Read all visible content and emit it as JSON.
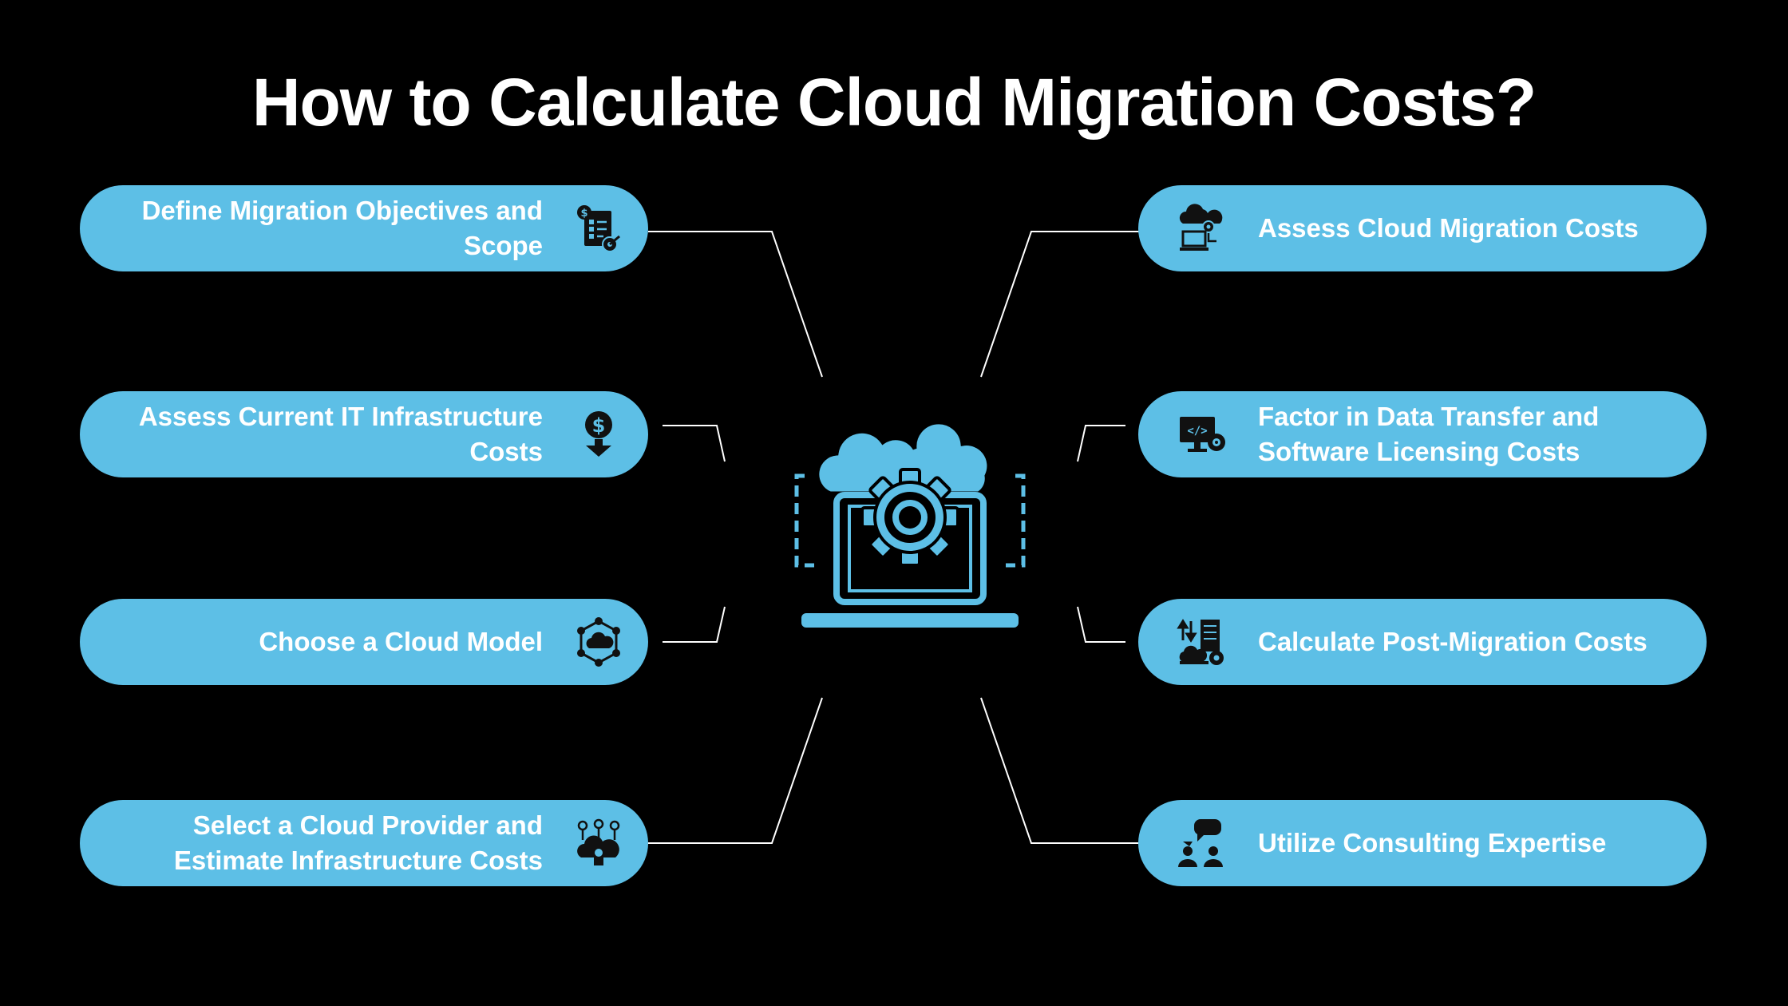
{
  "title": "How to Calculate Cloud Migration Costs?",
  "steps_left": [
    {
      "label": "Define Migration Objectives and Scope",
      "icon": "checklist-dollar-icon"
    },
    {
      "label": "Assess Current IT Infrastructure Costs",
      "icon": "dollar-download-icon"
    },
    {
      "label": "Choose a Cloud Model",
      "icon": "cloud-network-icon"
    },
    {
      "label": "Select a Cloud Provider and Estimate Infrastructure Costs",
      "icon": "cloud-users-icon"
    }
  ],
  "steps_right": [
    {
      "label": "Assess Cloud Migration Costs",
      "icon": "cloud-laptop-gear-icon"
    },
    {
      "label": "Factor in Data Transfer and Software Licensing Costs",
      "icon": "code-monitor-gear-icon"
    },
    {
      "label": "Calculate Post-Migration Costs",
      "icon": "server-transfer-icon"
    },
    {
      "label": "Utilize Consulting Expertise",
      "icon": "consultation-icon"
    }
  ],
  "hub_icon": "cloud-laptop-gear-icon",
  "colors": {
    "background": "#000000",
    "accent": "#5dbfe6",
    "text": "#ffffff"
  }
}
